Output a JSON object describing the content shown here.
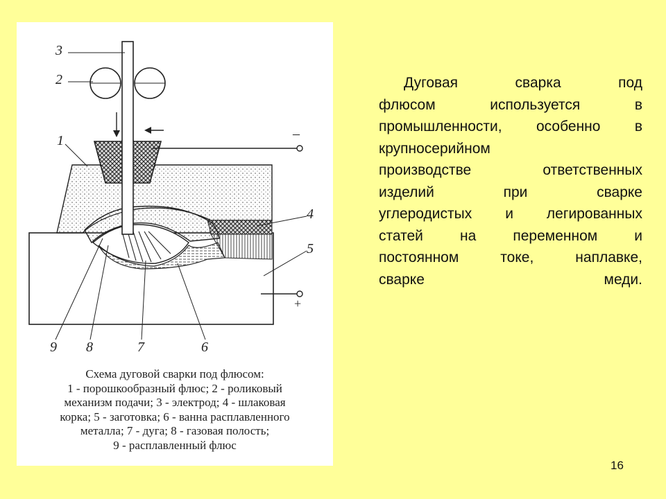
{
  "diagram": {
    "labels": {
      "l1": "1",
      "l2": "2",
      "l3": "3",
      "l4": "4",
      "l5": "5",
      "l6": "6",
      "l7": "7",
      "l8": "8",
      "l9": "9"
    },
    "polarity": {
      "minus": "–",
      "plus": "+"
    },
    "caption": [
      "Схема дуговой сварки под флюсом:",
      "1 - порошкообразный флюс; 2 - роликовый",
      "механизм подачи; 3 - электрод; 4 - шлаковая",
      "корка; 5 - заготовка; 6 - ванна расплавленного",
      "металла; 7 - дуга; 8 - газовая полость;",
      "9 - расплавленный флюс"
    ]
  },
  "text": {
    "lines": [
      [
        "Дуговая",
        "сварка",
        "под"
      ],
      [
        "флюсом",
        "используется",
        "в"
      ],
      [
        "промышленности,",
        "особенно",
        "в"
      ],
      [
        "крупносерийном"
      ],
      [
        "производстве",
        "ответственных"
      ],
      [
        "изделий",
        "при",
        "сварке"
      ],
      [
        "углеродистых",
        "и",
        "легированных"
      ],
      [
        "статей",
        "на",
        "переменном",
        "и"
      ],
      [
        "постоянном",
        "токе,",
        "наплавке,"
      ],
      [
        "сварке",
        "меди."
      ]
    ]
  },
  "page_number": "16"
}
